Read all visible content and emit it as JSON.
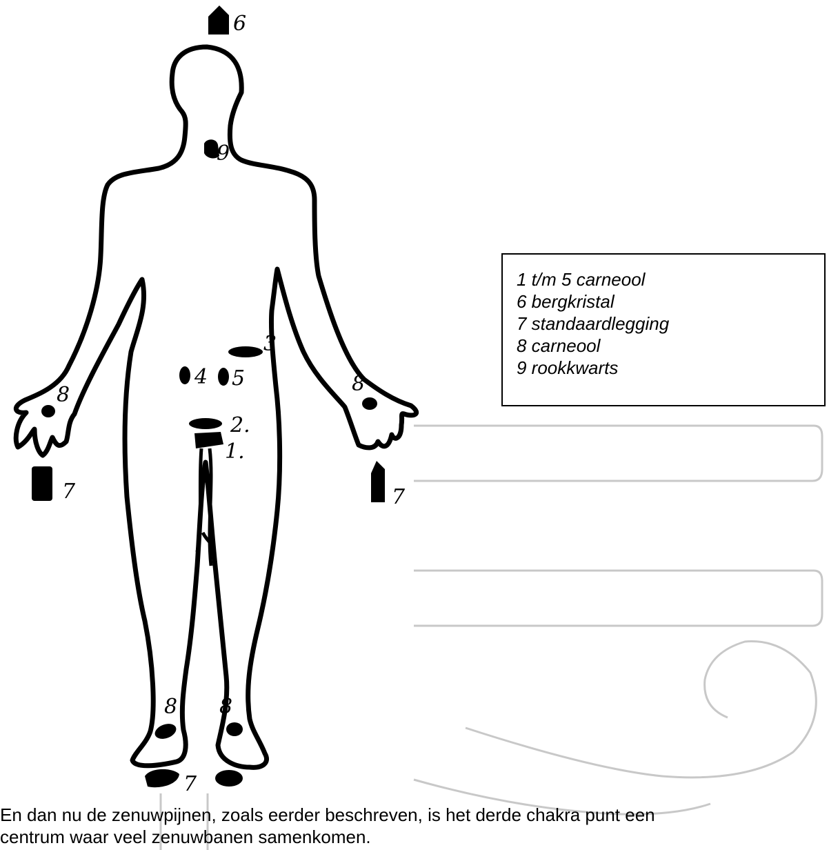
{
  "diagram": {
    "stone_labels": {
      "crown": "6",
      "throat": "9",
      "belly_right": "3",
      "belly_left_a": "4",
      "belly_left_b": "5",
      "navel": "2.",
      "pubis": "1.",
      "hand_left": "8",
      "hand_right": "8",
      "below_hand_left": "7",
      "below_hand_right": "7",
      "foot_left": "8",
      "foot_right": "8",
      "below_feet": "7"
    }
  },
  "legend": {
    "lines": [
      "1 t/m 5 carneool",
      "6 bergkristal",
      "7 standaardlegging",
      "8 carneool",
      "9 rookkwarts"
    ]
  },
  "caption": {
    "line1": "En dan nu de zenuwpijnen, zoals eerder beschreven, is het derde chakra punt een",
    "line2": "centrum waar veel zenuwbanen samenkomen."
  }
}
